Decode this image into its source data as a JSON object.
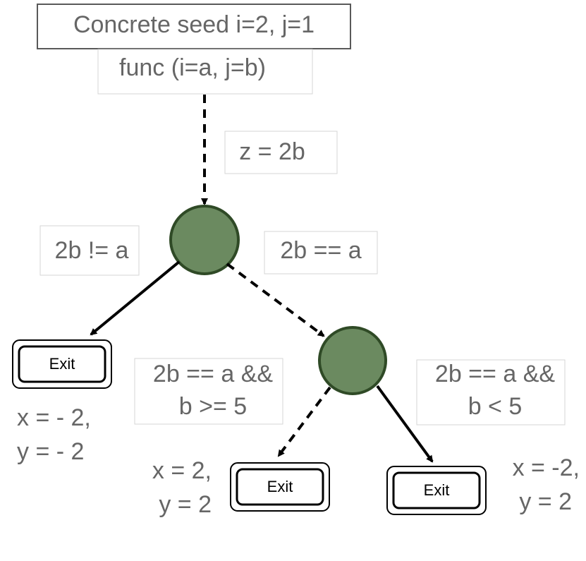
{
  "seed": {
    "label": "Concrete seed i=2, j=1"
  },
  "call": {
    "label": "func (i=a, j=b)"
  },
  "assign": {
    "label": "z = 2b"
  },
  "branch_root": {
    "left": "2b != a",
    "right": "2b == a"
  },
  "branch_inner": {
    "left_line1": "2b == a &&",
    "left_line2": "b >= 5",
    "right_line1": "2b == a &&",
    "right_line2": "b < 5"
  },
  "exits": {
    "label": "Exit",
    "left": {
      "line1": "x = - 2,",
      "line2": "y = - 2"
    },
    "middle": {
      "line1": "x = 2,",
      "line2": "y = 2"
    },
    "right": {
      "line1": "x = -2,",
      "line2": "y = 2"
    }
  },
  "colors": {
    "node_fill": "#6b8a60",
    "node_stroke": "#2f4a26",
    "text": "#666666",
    "label_border": "#d6d6d6",
    "edge": "#000000"
  }
}
